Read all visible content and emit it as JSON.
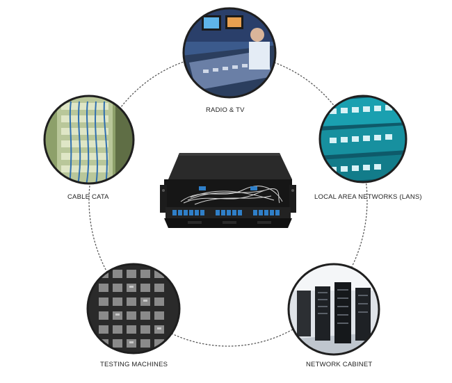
{
  "applications": [
    {
      "id": "radio-tv",
      "label": "RADIO & TV"
    },
    {
      "id": "cable-cata",
      "label": "CABLE CATA"
    },
    {
      "id": "lan",
      "label": "LOCAL AREA NETWORKS (LANS)"
    },
    {
      "id": "testing",
      "label": "TESTING MACHINES"
    },
    {
      "id": "network-cabinet",
      "label": "NETWORK CABINET"
    }
  ],
  "colors": {
    "ring": "#555555",
    "circle_border": "#1f1f1f",
    "panel": "#202020",
    "adapter": "#2f7fc8"
  }
}
